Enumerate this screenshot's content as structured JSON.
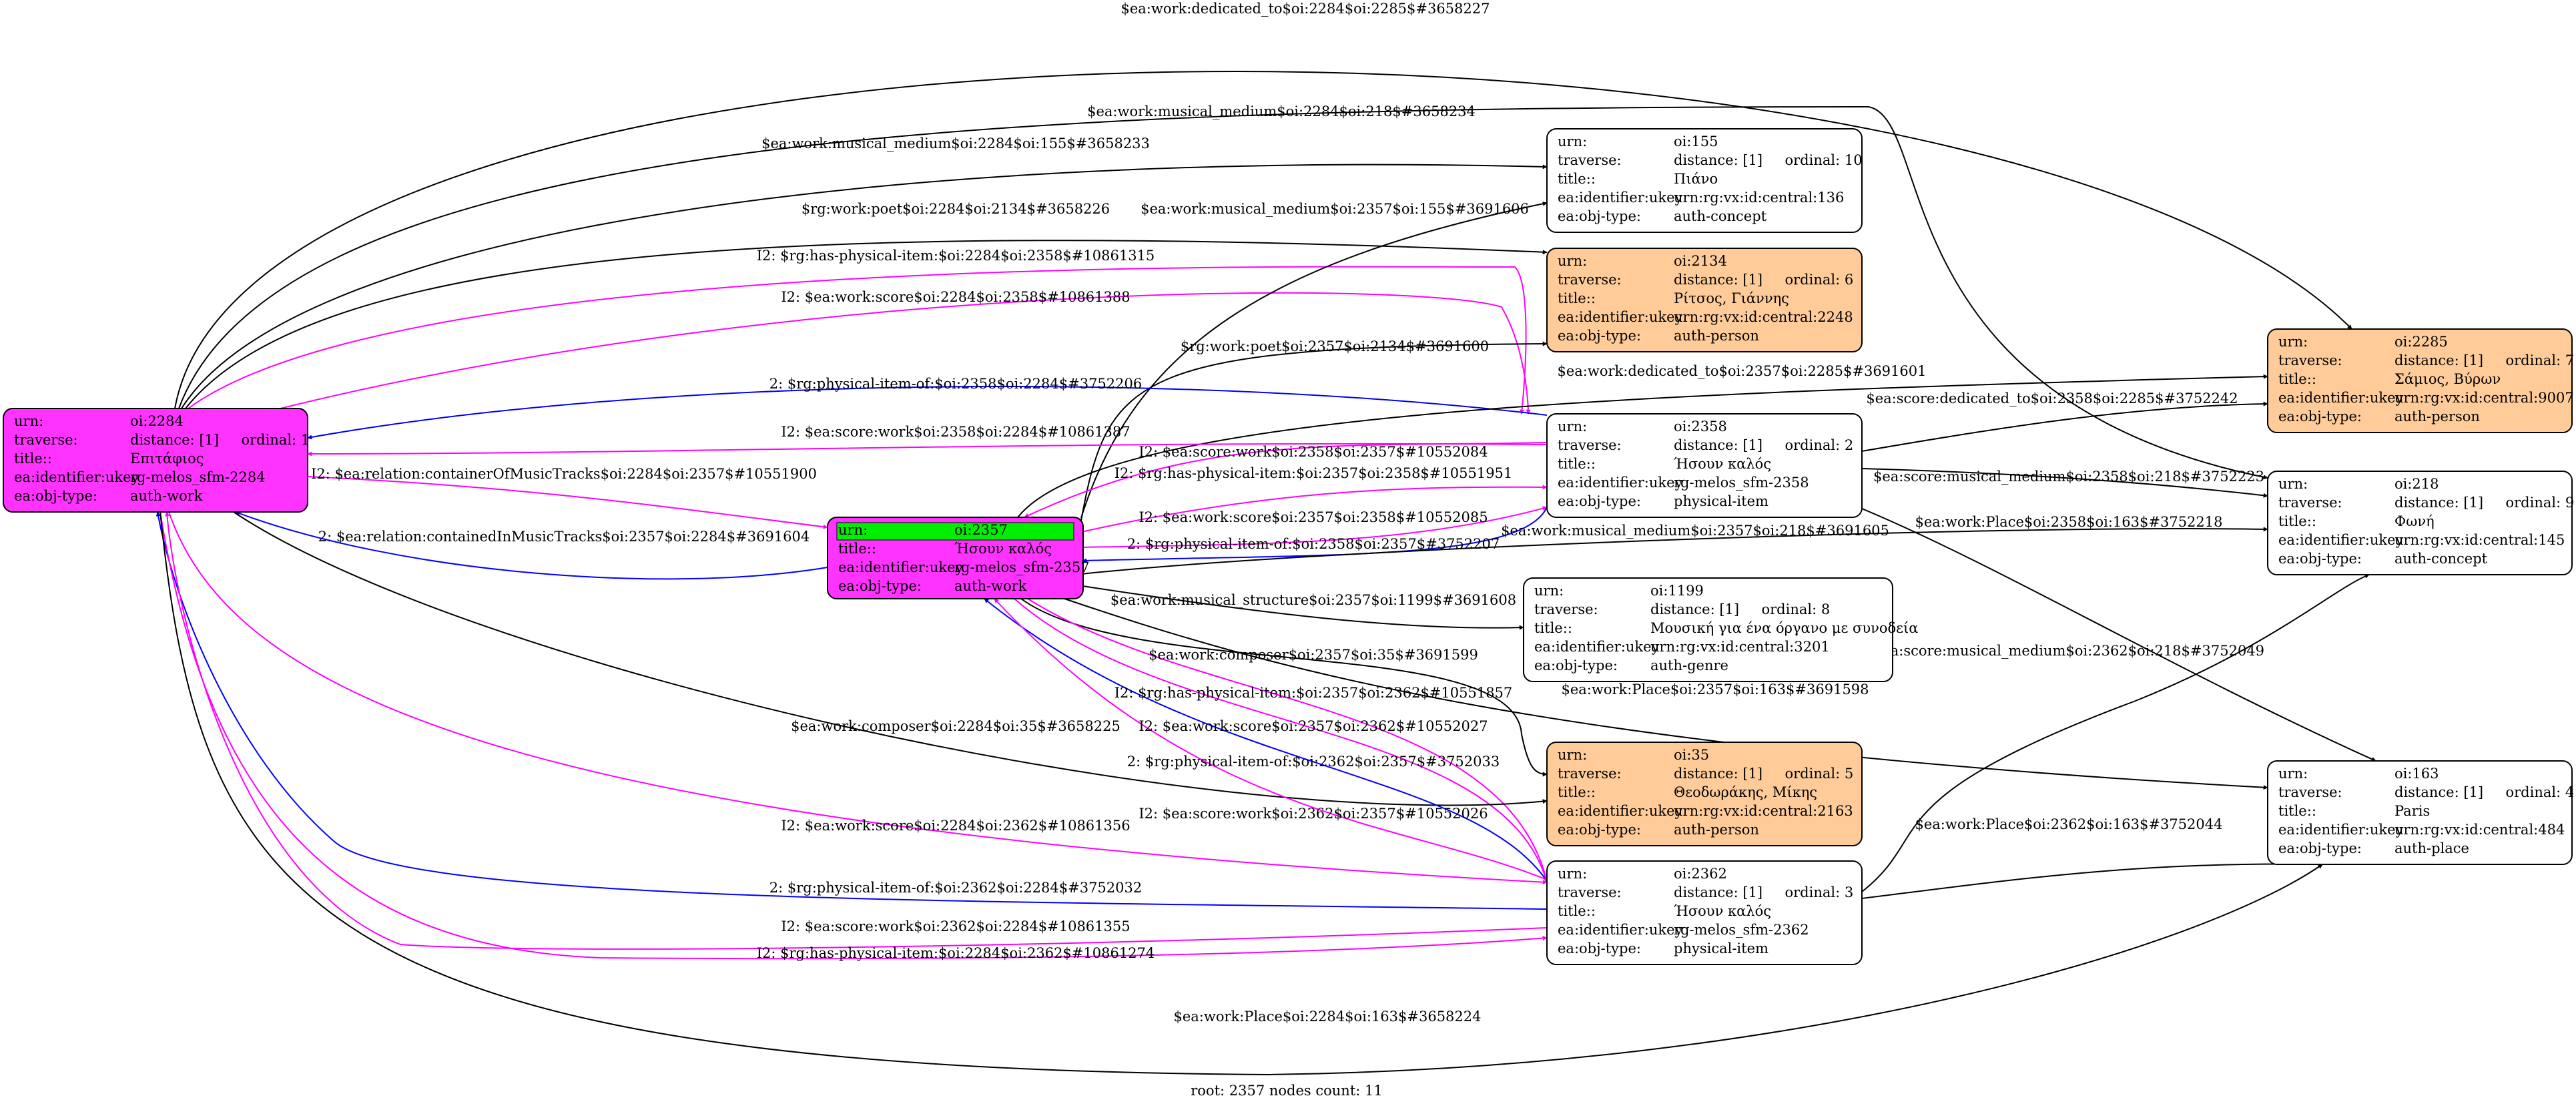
{
  "footer": "root: 2357 nodes count: 11",
  "colors": {
    "work_fill": "#ff33ff",
    "person_fill": "#ffcc99",
    "plain_fill": "#ffffff",
    "root_highlight": "#00ee00",
    "black_edge": "#000000",
    "magenta_edge": "#ff00ff",
    "blue_edge": "#0000ff"
  },
  "nodes": [
    {
      "id": "oi:2284",
      "style": "work",
      "rows": [
        [
          "urn:",
          "oi:2284"
        ],
        [
          "traverse:",
          "distance: [1]     ordinal: 1"
        ],
        [
          "title::",
          "Επιτάφιος"
        ],
        [
          "ea:identifier:ukey",
          "rg-melos_sfm-2284"
        ],
        [
          "ea:obj-type:",
          "auth-work"
        ]
      ]
    },
    {
      "id": "oi:2357",
      "style": "root",
      "rows": [
        [
          "urn:",
          "oi:2357"
        ],
        [
          "title::",
          "Ήσουν καλός"
        ],
        [
          "ea:identifier:ukey",
          "rg-melos_sfm-2357"
        ],
        [
          "ea:obj-type:",
          "auth-work"
        ]
      ]
    },
    {
      "id": "oi:155",
      "style": "plain",
      "rows": [
        [
          "urn:",
          "oi:155"
        ],
        [
          "traverse:",
          "distance: [1]     ordinal: 10"
        ],
        [
          "title::",
          "Πιάνο"
        ],
        [
          "ea:identifier:ukey",
          "urn:rg:vx:id:central:136"
        ],
        [
          "ea:obj-type:",
          "auth-concept"
        ]
      ]
    },
    {
      "id": "oi:2134",
      "style": "person",
      "rows": [
        [
          "urn:",
          "oi:2134"
        ],
        [
          "traverse:",
          "distance: [1]     ordinal: 6"
        ],
        [
          "title::",
          "Ρίτσος, Γιάννης"
        ],
        [
          "ea:identifier:ukey",
          "urn:rg:vx:id:central:2248"
        ],
        [
          "ea:obj-type:",
          "auth-person"
        ]
      ]
    },
    {
      "id": "oi:2358",
      "style": "plain",
      "rows": [
        [
          "urn:",
          "oi:2358"
        ],
        [
          "traverse:",
          "distance: [1]     ordinal: 2"
        ],
        [
          "title::",
          "Ήσουν καλός"
        ],
        [
          "ea:identifier:ukey",
          "rg-melos_sfm-2358"
        ],
        [
          "ea:obj-type:",
          "physical-item"
        ]
      ]
    },
    {
      "id": "oi:1199",
      "style": "plain",
      "rows": [
        [
          "urn:",
          "oi:1199"
        ],
        [
          "traverse:",
          "distance: [1]     ordinal: 8"
        ],
        [
          "title::",
          "Μουσική για ένα όργανο με συνοδεία"
        ],
        [
          "ea:identifier:ukey",
          "urn:rg:vx:id:central:3201"
        ],
        [
          "ea:obj-type:",
          "auth-genre"
        ]
      ]
    },
    {
      "id": "oi:35",
      "style": "person",
      "rows": [
        [
          "urn:",
          "oi:35"
        ],
        [
          "traverse:",
          "distance: [1]     ordinal: 5"
        ],
        [
          "title::",
          "Θεοδωράκης, Μίκης"
        ],
        [
          "ea:identifier:ukey",
          "urn:rg:vx:id:central:2163"
        ],
        [
          "ea:obj-type:",
          "auth-person"
        ]
      ]
    },
    {
      "id": "oi:2362",
      "style": "plain",
      "rows": [
        [
          "urn:",
          "oi:2362"
        ],
        [
          "traverse:",
          "distance: [1]     ordinal: 3"
        ],
        [
          "title::",
          "Ήσουν καλός"
        ],
        [
          "ea:identifier:ukey",
          "rg-melos_sfm-2362"
        ],
        [
          "ea:obj-type:",
          "physical-item"
        ]
      ]
    },
    {
      "id": "oi:2285",
      "style": "person",
      "rows": [
        [
          "urn:",
          "oi:2285"
        ],
        [
          "traverse:",
          "distance: [1]     ordinal: 7"
        ],
        [
          "title::",
          "Σάμιος, Βύρων"
        ],
        [
          "ea:identifier:ukey",
          "urn:rg:vx:id:central:9007"
        ],
        [
          "ea:obj-type:",
          "auth-person"
        ]
      ]
    },
    {
      "id": "oi:218",
      "style": "plain",
      "rows": [
        [
          "urn:",
          "oi:218"
        ],
        [
          "traverse:",
          "distance: [1]     ordinal: 9"
        ],
        [
          "title::",
          "Φωνή"
        ],
        [
          "ea:identifier:ukey",
          "urn:rg:vx:id:central:145"
        ],
        [
          "ea:obj-type:",
          "auth-concept"
        ]
      ]
    },
    {
      "id": "oi:163",
      "style": "plain",
      "rows": [
        [
          "urn:",
          "oi:163"
        ],
        [
          "traverse:",
          "distance: [1]     ordinal: 4"
        ],
        [
          "title::",
          "Paris"
        ],
        [
          "ea:identifier:ukey",
          "urn:rg:vx:id:central:484"
        ],
        [
          "ea:obj-type:",
          "auth-place"
        ]
      ]
    }
  ],
  "edges": [
    {
      "color": "black",
      "label": "$ea:work:dedicated_to$oi:2284$oi:2285$#3658227"
    },
    {
      "color": "black",
      "label": "$ea:work:musical_medium$oi:2284$oi:218$#3658234"
    },
    {
      "color": "black",
      "label": "$ea:work:musical_medium$oi:2284$oi:155$#3658233"
    },
    {
      "color": "black",
      "label": "$rg:work:poet$oi:2284$oi:2134$#3658226"
    },
    {
      "color": "magenta",
      "label": "I2: $rg:has-physical-item:$oi:2284$oi:2358$#10861315"
    },
    {
      "color": "magenta",
      "label": "I2: $ea:work:score$oi:2284$oi:2358$#10861388"
    },
    {
      "color": "black",
      "label": "$ea:work:musical_medium$oi:2357$oi:155$#3691606"
    },
    {
      "color": "black",
      "label": "$rg:work:poet$oi:2357$oi:2134$#3691600"
    },
    {
      "color": "blue",
      "label": "2: $rg:physical-item-of:$oi:2358$oi:2284$#3752206"
    },
    {
      "color": "black",
      "label": "$ea:work:dedicated_to$oi:2357$oi:2285$#3691601"
    },
    {
      "color": "magenta",
      "label": "I2: $ea:score:work$oi:2358$oi:2284$#10861387"
    },
    {
      "color": "black",
      "label": "$ea:score:dedicated_to$oi:2358$oi:2285$#3752242"
    },
    {
      "color": "magenta",
      "label": "I2: $ea:score:work$oi:2358$oi:2357$#10552084"
    },
    {
      "color": "magenta",
      "label": "I2: $ea:relation:containerOfMusicTracks$oi:2284$oi:2357$#10551900"
    },
    {
      "color": "black",
      "label": "$ea:score:musical_medium$oi:2358$oi:218$#3752223"
    },
    {
      "color": "magenta",
      "label": "I2: $rg:has-physical-item:$oi:2357$oi:2358$#10551951"
    },
    {
      "color": "black",
      "label": "$ea:work:Place$oi:2358$oi:163$#3752218"
    },
    {
      "color": "magenta",
      "label": "I2: $ea:work:score$oi:2357$oi:2358$#10552085"
    },
    {
      "color": "blue",
      "label": "2: $ea:relation:containedInMusicTracks$oi:2357$oi:2284$#3691604"
    },
    {
      "color": "blue",
      "label": "2: $rg:physical-item-of:$oi:2358$oi:2357$#3752207"
    },
    {
      "color": "black",
      "label": "$ea:work:musical_medium$oi:2357$oi:218$#3691605"
    },
    {
      "color": "black",
      "label": "$ea:work:musical_structure$oi:2357$oi:1199$#3691608"
    },
    {
      "color": "black",
      "label": "$ea:score:musical_medium$oi:2362$oi:218$#3752049"
    },
    {
      "color": "black",
      "label": "$ea:work:composer$oi:2357$oi:35$#3691599"
    },
    {
      "color": "black",
      "label": "$ea:work:Place$oi:2357$oi:163$#3691598"
    },
    {
      "color": "magenta",
      "label": "I2: $rg:has-physical-item:$oi:2357$oi:2362$#10551857"
    },
    {
      "color": "magenta",
      "label": "I2: $ea:work:score$oi:2357$oi:2362$#10552027"
    },
    {
      "color": "black",
      "label": "$ea:work:composer$oi:2284$oi:35$#3658225"
    },
    {
      "color": "blue",
      "label": "2: $rg:physical-item-of:$oi:2362$oi:2357$#3752033"
    },
    {
      "color": "magenta",
      "label": "I2: $ea:score:work$oi:2362$oi:2357$#10552026"
    },
    {
      "color": "black",
      "label": "$ea:work:Place$oi:2362$oi:163$#3752044"
    },
    {
      "color": "magenta",
      "label": "I2: $ea:work:score$oi:2284$oi:2362$#10861356"
    },
    {
      "color": "blue",
      "label": "2: $rg:physical-item-of:$oi:2362$oi:2284$#3752032"
    },
    {
      "color": "magenta",
      "label": "I2: $ea:score:work$oi:2362$oi:2284$#10861355"
    },
    {
      "color": "magenta",
      "label": "I2: $rg:has-physical-item:$oi:2284$oi:2362$#10861274"
    },
    {
      "color": "black",
      "label": "$ea:work:Place$oi:2284$oi:163$#3658224"
    }
  ]
}
